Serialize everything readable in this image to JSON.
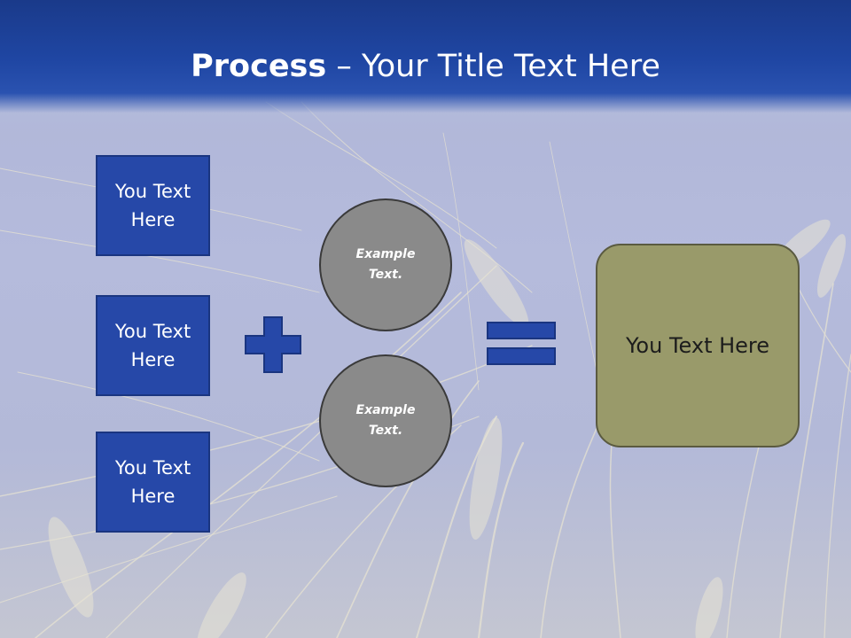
{
  "title": {
    "bold": "Process",
    "rest": " – Your Title Text Here"
  },
  "left_boxes": [
    {
      "label": "You Text Here"
    },
    {
      "label": "You Text Here"
    },
    {
      "label": "You Text Here"
    }
  ],
  "operator_plus": "plus-icon",
  "circles": [
    {
      "label": "Example Text."
    },
    {
      "label": "Example Text."
    }
  ],
  "operator_equals": "equals-icon",
  "result": {
    "label": "You Text Here"
  },
  "colors": {
    "header": "#1f46a3",
    "box_fill": "#2648a8",
    "circle_fill": "#8a8a8a",
    "result_fill": "#999a6a"
  }
}
